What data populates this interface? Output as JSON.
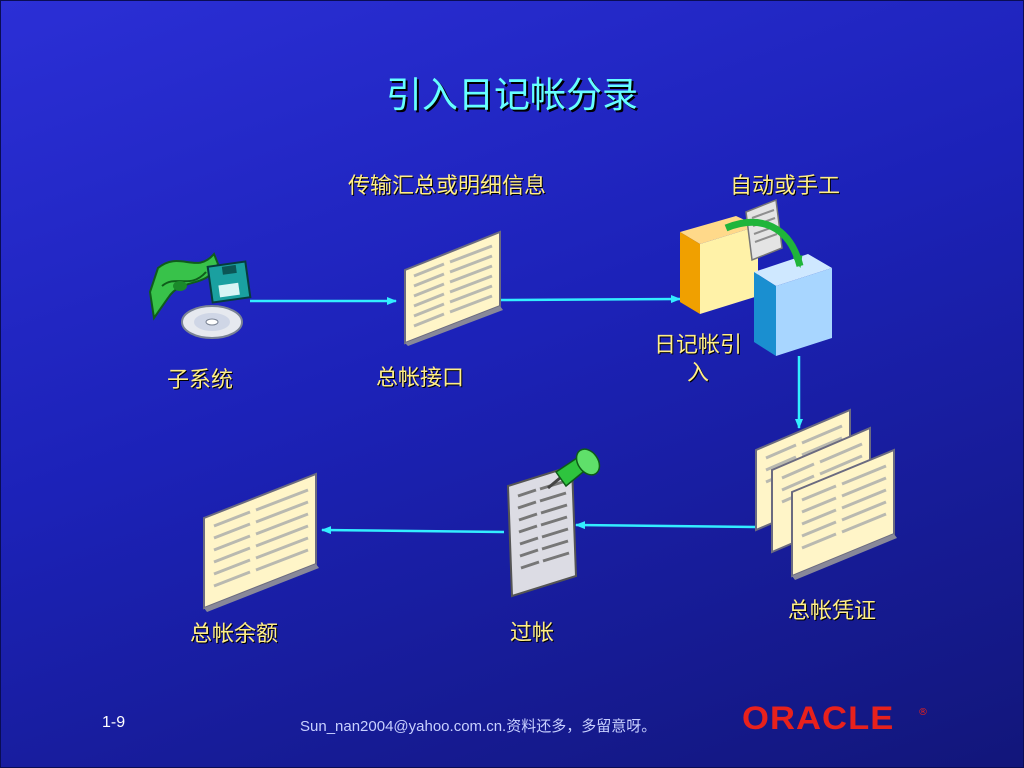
{
  "slide": {
    "title": "引入日记帐分录",
    "page_number": "1-9",
    "footer_note": "Sun_nan2004@yahoo.com.cn.资料还多，多留意呀。",
    "logo_text": "ORACLE",
    "logo_mark": "®"
  },
  "diagram": {
    "nodes": [
      {
        "id": "subsystem",
        "label": "子系统",
        "icon": "subsystem-icon"
      },
      {
        "id": "gl-interface",
        "label": "总帐接口",
        "icon": "document-icon"
      },
      {
        "id": "journal-import",
        "label": "日记帐引入",
        "icon": "journal-import-icon"
      },
      {
        "id": "gl-journals",
        "label": "总帐凭证",
        "icon": "stacked-documents-icon"
      },
      {
        "id": "posting",
        "label": "过帐",
        "icon": "pushpin-document-icon"
      },
      {
        "id": "gl-balances",
        "label": "总帐余额",
        "icon": "document-icon"
      }
    ],
    "annotations": {
      "transfer": "传输汇总或明细信息",
      "mode": "自动或手工"
    },
    "edges": [
      {
        "from": "subsystem",
        "to": "gl-interface"
      },
      {
        "from": "gl-interface",
        "to": "journal-import"
      },
      {
        "from": "journal-import",
        "to": "gl-journals"
      },
      {
        "from": "gl-journals",
        "to": "posting"
      },
      {
        "from": "posting",
        "to": "gl-balances"
      }
    ],
    "colors": {
      "background": "#1e24c0",
      "title": "#66ffff",
      "label": "#ffee88",
      "arrow": "#33eeff",
      "paper": "#fff5c8",
      "logo": "#e8211c"
    }
  }
}
